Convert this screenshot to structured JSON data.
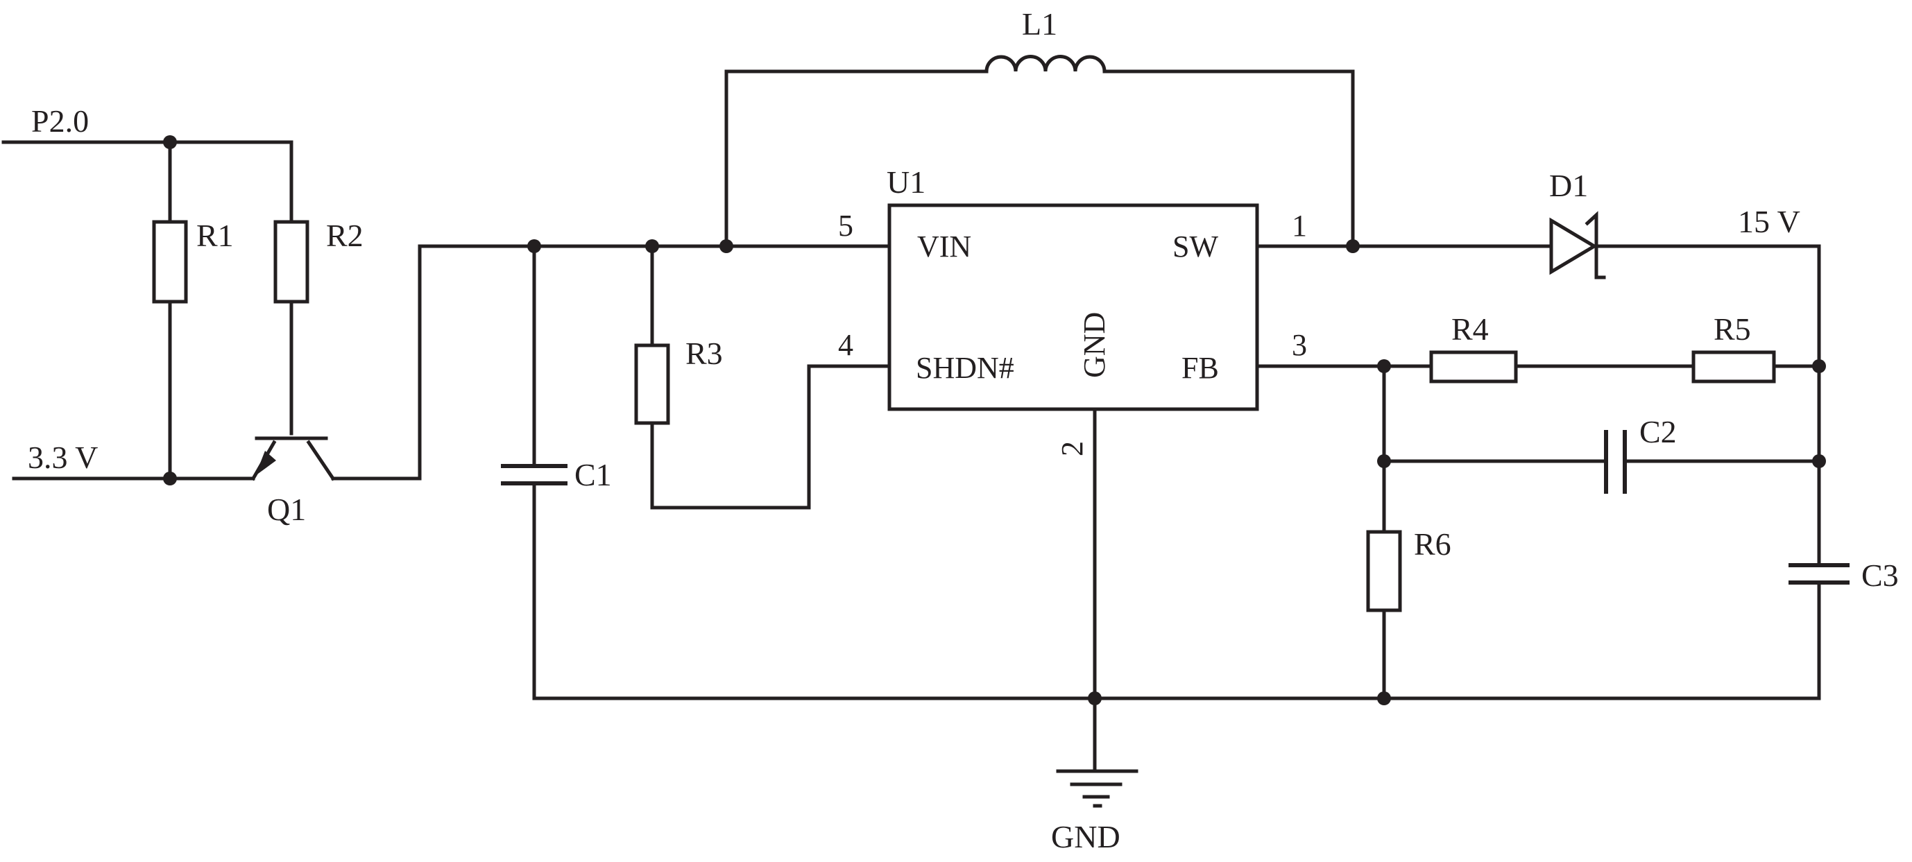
{
  "nets": {
    "p20": "P2.0",
    "v33": "3.3 V",
    "v15": "15 V",
    "gnd": "GND"
  },
  "components": {
    "r1": "R1",
    "r2": "R2",
    "r3": "R3",
    "r4": "R4",
    "r5": "R5",
    "r6": "R6",
    "q1": "Q1",
    "c1": "C1",
    "c2": "C2",
    "c3": "C3",
    "l1": "L1",
    "d1": "D1",
    "u1": "U1"
  },
  "ic": {
    "vin": "VIN",
    "sw": "SW",
    "shdn": "SHDN#",
    "fb": "FB",
    "gnd": "GND",
    "pin_vin": "5",
    "pin_shdn": "4",
    "pin_sw": "1",
    "pin_fb": "3",
    "pin_gnd": "2"
  },
  "colors": {
    "ink": "#231f20",
    "background": "#ffffff"
  }
}
